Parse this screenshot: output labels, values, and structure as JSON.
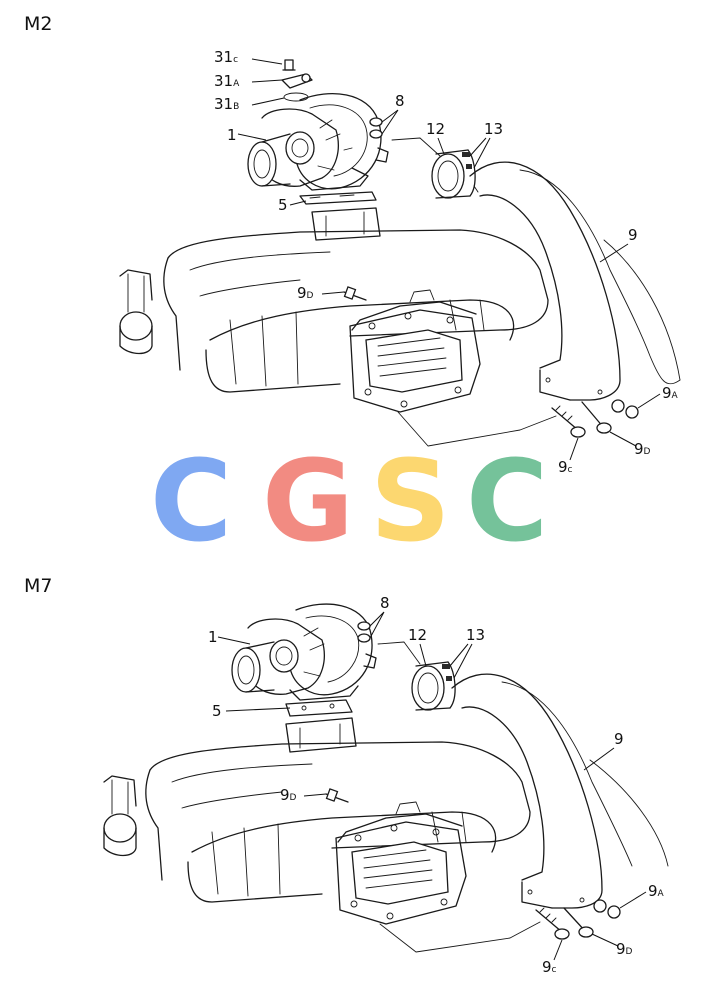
{
  "models": {
    "top": "M2",
    "bottom": "M7"
  },
  "watermark": {
    "letters": [
      {
        "char": "C",
        "color": "#7fa8f2"
      },
      {
        "char": "G",
        "color": "#f28b82"
      },
      {
        "char": "S",
        "color": "#fcd770"
      },
      {
        "char": "C",
        "color": "#75c29a"
      }
    ]
  },
  "callouts_top": {
    "c31c": {
      "num": "31",
      "sub": "c"
    },
    "c31a": {
      "num": "31",
      "sub": "A"
    },
    "c31b": {
      "num": "31",
      "sub": "B"
    },
    "c1": {
      "num": "1"
    },
    "c8": {
      "num": "8"
    },
    "c12": {
      "num": "12"
    },
    "c13": {
      "num": "13"
    },
    "c5": {
      "num": "5"
    },
    "c9": {
      "num": "9"
    },
    "c9d": {
      "num": "9",
      "sub": "D"
    },
    "c9a": {
      "num": "9",
      "sub": "A"
    },
    "c9d2": {
      "num": "9",
      "sub": "D"
    },
    "c9c": {
      "num": "9",
      "sub": "c"
    }
  },
  "callouts_bottom": {
    "c8": {
      "num": "8"
    },
    "c1": {
      "num": "1"
    },
    "c12": {
      "num": "12"
    },
    "c13": {
      "num": "13"
    },
    "c5": {
      "num": "5"
    },
    "c9": {
      "num": "9"
    },
    "c9d": {
      "num": "9",
      "sub": "D"
    },
    "c9a": {
      "num": "9",
      "sub": "A"
    },
    "c9d2": {
      "num": "9",
      "sub": "D"
    },
    "c9c": {
      "num": "9",
      "sub": "c"
    }
  }
}
